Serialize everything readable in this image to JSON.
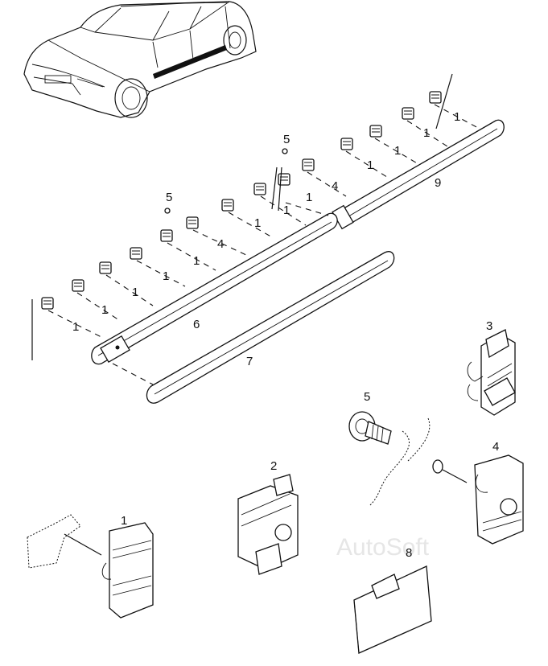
{
  "callouts": {
    "1": "1",
    "2": "2",
    "3": "3",
    "4": "4",
    "5": "5",
    "6": "6",
    "7": "7",
    "8": "8",
    "9": "9"
  },
  "watermark": "AutoSoft"
}
